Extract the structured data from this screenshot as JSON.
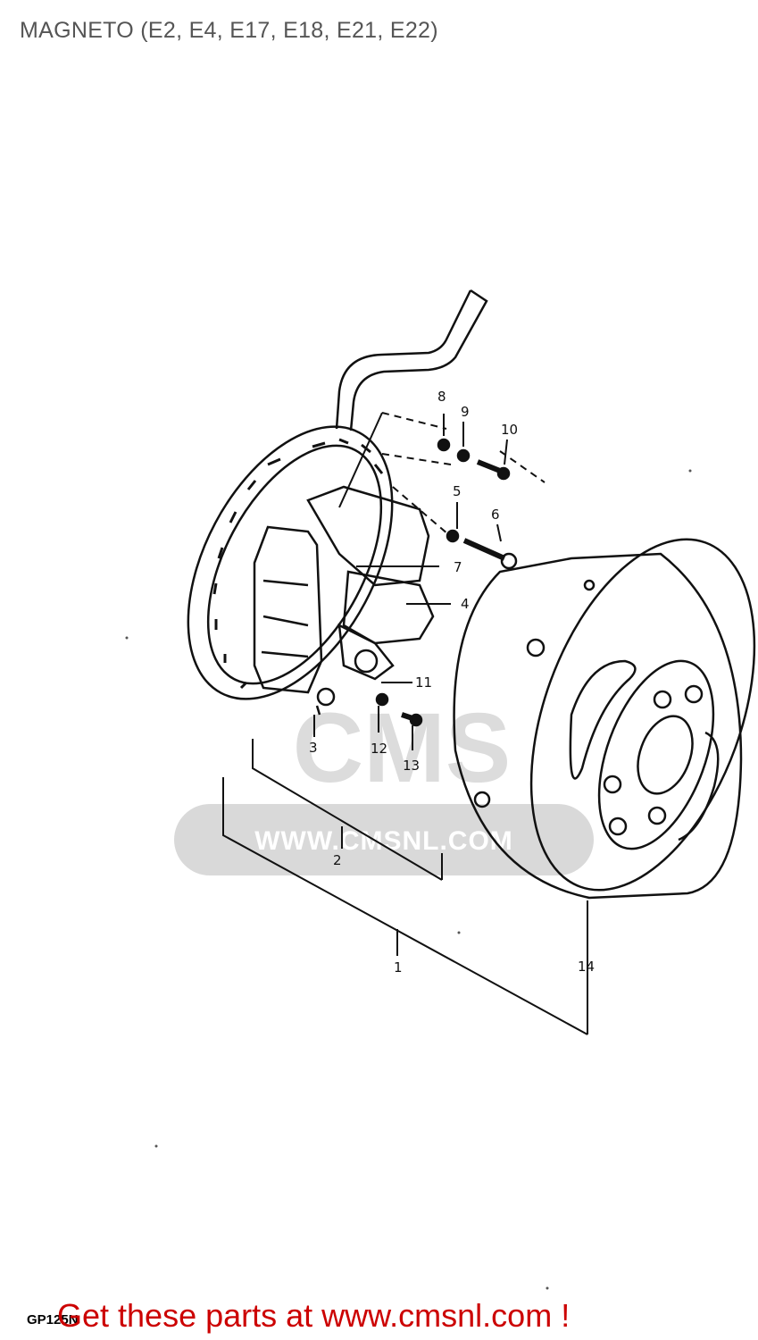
{
  "title": "MAGNETO (E2, E4, E17, E18, E21, E22)",
  "callouts": [
    "1",
    "2",
    "3",
    "4",
    "5",
    "6",
    "7",
    "8",
    "9",
    "10",
    "11",
    "12",
    "13",
    "14"
  ],
  "drawing_code": "GP125N",
  "watermark": {
    "logo": "CMS",
    "url": "WWW.CMSNL.COM"
  },
  "promo_text": "Get these parts at www.cmsnl.com !",
  "colors": {
    "title": "#555555",
    "promo": "#cc0000",
    "watermark": "#d9d9d9",
    "line": "#111111"
  }
}
